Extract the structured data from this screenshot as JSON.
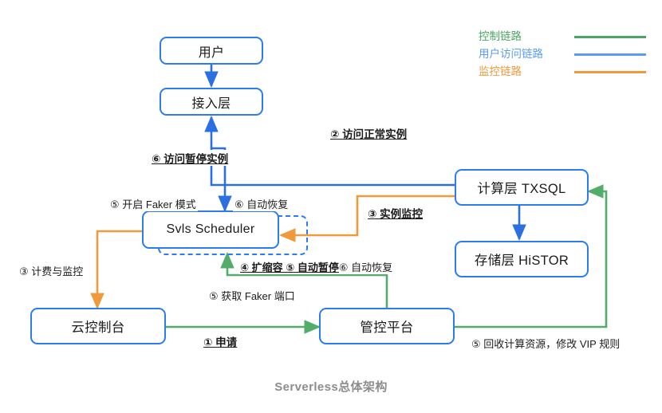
{
  "caption": "Serverless总体架构",
  "legend": {
    "items": [
      {
        "label": "控制链路",
        "color": "#4aa564",
        "name": "control-link"
      },
      {
        "label": "用户访问链路",
        "color": "#5b9bf3",
        "name": "user-access-link"
      },
      {
        "label": "监控链路",
        "color": "#ef9a3c",
        "name": "monitor-link"
      }
    ]
  },
  "colors": {
    "box_border": "#2b7cf0",
    "blue_line": "#2b6fe0",
    "green_line": "#52ad6a",
    "orange_line": "#ef9a3c",
    "text": "#1b1b1b",
    "caption": "#8d8d8d"
  },
  "nodes": {
    "user": "用户",
    "access": "接入层",
    "scheduler": "Svls Scheduler",
    "compute": "计算层 TXSQL",
    "storage": "存储层 HiSTOR",
    "console": "云控制台",
    "platform": "管控平台"
  },
  "edges": {
    "access_normal": "② 访问正常实例",
    "access_paused": "⑥ 访问暂停实例",
    "faker_mode": "⑤ 开启 Faker 模式",
    "auto_recover_a": "⑥ 自动恢复",
    "instance_monitor": "③ 实例监控",
    "billing_monitor": "③ 计费与监控",
    "scale_bold": "④ 扩缩容 ⑤ 自动暂停",
    "auto_recover_b": "⑥ 自动恢复",
    "get_faker_port": "⑤ 获取 Faker 端口",
    "apply": "① 申请",
    "reclaim": "⑤ 回收计算资源，修改 VIP 规则"
  }
}
